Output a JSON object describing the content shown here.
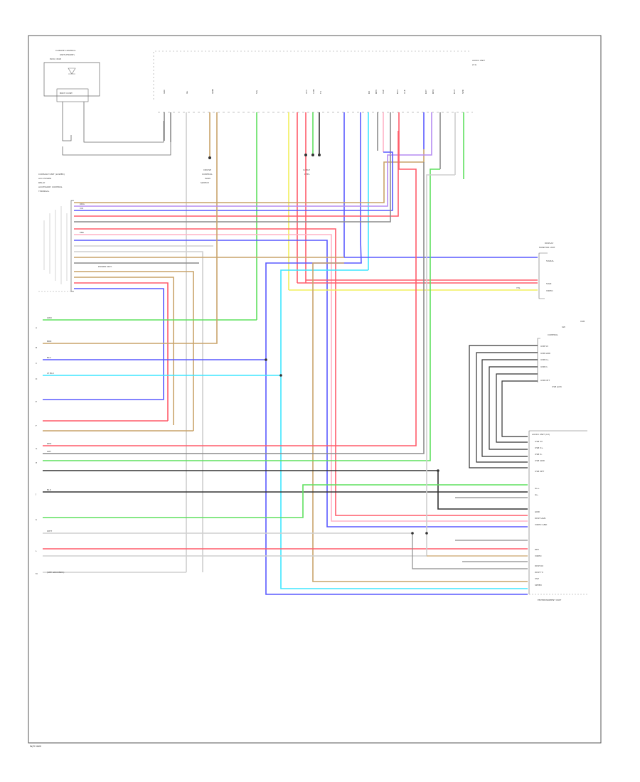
{
  "diagram": {
    "page_label": "W/O NAVI",
    "components": {
      "top_left": {
        "name_lines": [
          "CLIMATE CONTROL",
          "UNIT (FRONT)",
          "ECM / PCM"
        ],
        "inner_label": "BODY CONT."
      },
      "left_unit": {
        "name_lines": [
          "CONSOLE UNIT (LOWER)",
          "ACC POWER",
          "RELAY",
          "ACCESSORY CONTROL",
          "TERMINAL"
        ]
      },
      "top_right": {
        "name_lines": [
          "AUDIO UNIT",
          "(C1)"
        ]
      },
      "right_mid": {
        "name_lines": [
          "DISPLAY",
          "MONITOR UNIT"
        ],
        "pin_labels": [
          "SIGNAL",
          "SIGN",
          "VIDEO"
        ]
      },
      "right_lower_small": {
        "name_lines": [
          "USB",
          "SW",
          "CONTROL"
        ],
        "pin_labels": [
          "USB 5V",
          "USB GND",
          "USB D+",
          "USB D-",
          "USB DET"
        ],
        "footer": "USB JACK"
      },
      "right_bottom": {
        "name_lines": [
          "AUDIO UNIT (C2)"
        ],
        "pin_labels": [
          "USB 5V",
          "USB D+",
          "USB D-",
          "USB GND",
          "USB DET",
          "ILL+",
          "ILL-",
          "GND",
          "DISP SIGN",
          "VIDEO GND",
          "REV",
          "VIDEO",
          "DISP RX",
          "DISP TX",
          "VSP",
          "SPEED"
        ],
        "footer": "ENTERTAINMENT UNIT"
      }
    },
    "top_pin_labels": [
      "IGN",
      "ILL",
      "GND",
      "SIG",
      "ACC",
      "CAN",
      "TX",
      "RX",
      "REV",
      "VSP",
      "BUS",
      "CLK",
      "DAT",
      "REQ",
      "MUT",
      "SPD"
    ],
    "sub_component_lines": [
      "CRUISE",
      "CONTROL",
      "MAIN",
      "SWITCH",
      "CABLE",
      "REEL"
    ],
    "harness_label": "POWER DIST.",
    "wire_labels": [
      "GRN",
      "BLU",
      "PNK",
      "RED",
      "BRN",
      "YEL",
      "WHT",
      "GRY",
      "LT BLU",
      "BLK",
      "ORG",
      "VIO"
    ],
    "left_ref": [
      "A",
      "B",
      "C",
      "D",
      "E",
      "F",
      "G",
      "H",
      "J",
      "K",
      "L",
      "M"
    ],
    "left_bottom_note": "(SEE GROUNDS)",
    "colors": {
      "frame": "#555555",
      "red": "#ff5c6a",
      "blue": "#5a5aff",
      "green": "#5fe05f",
      "cyan": "#3fe6ff",
      "yellow": "#f2ef5a",
      "tan": "#c9a46a",
      "gray": "#8c8c8c",
      "pink": "#ffb3c6",
      "violet": "#b68cf2",
      "dark": "#333333"
    }
  }
}
